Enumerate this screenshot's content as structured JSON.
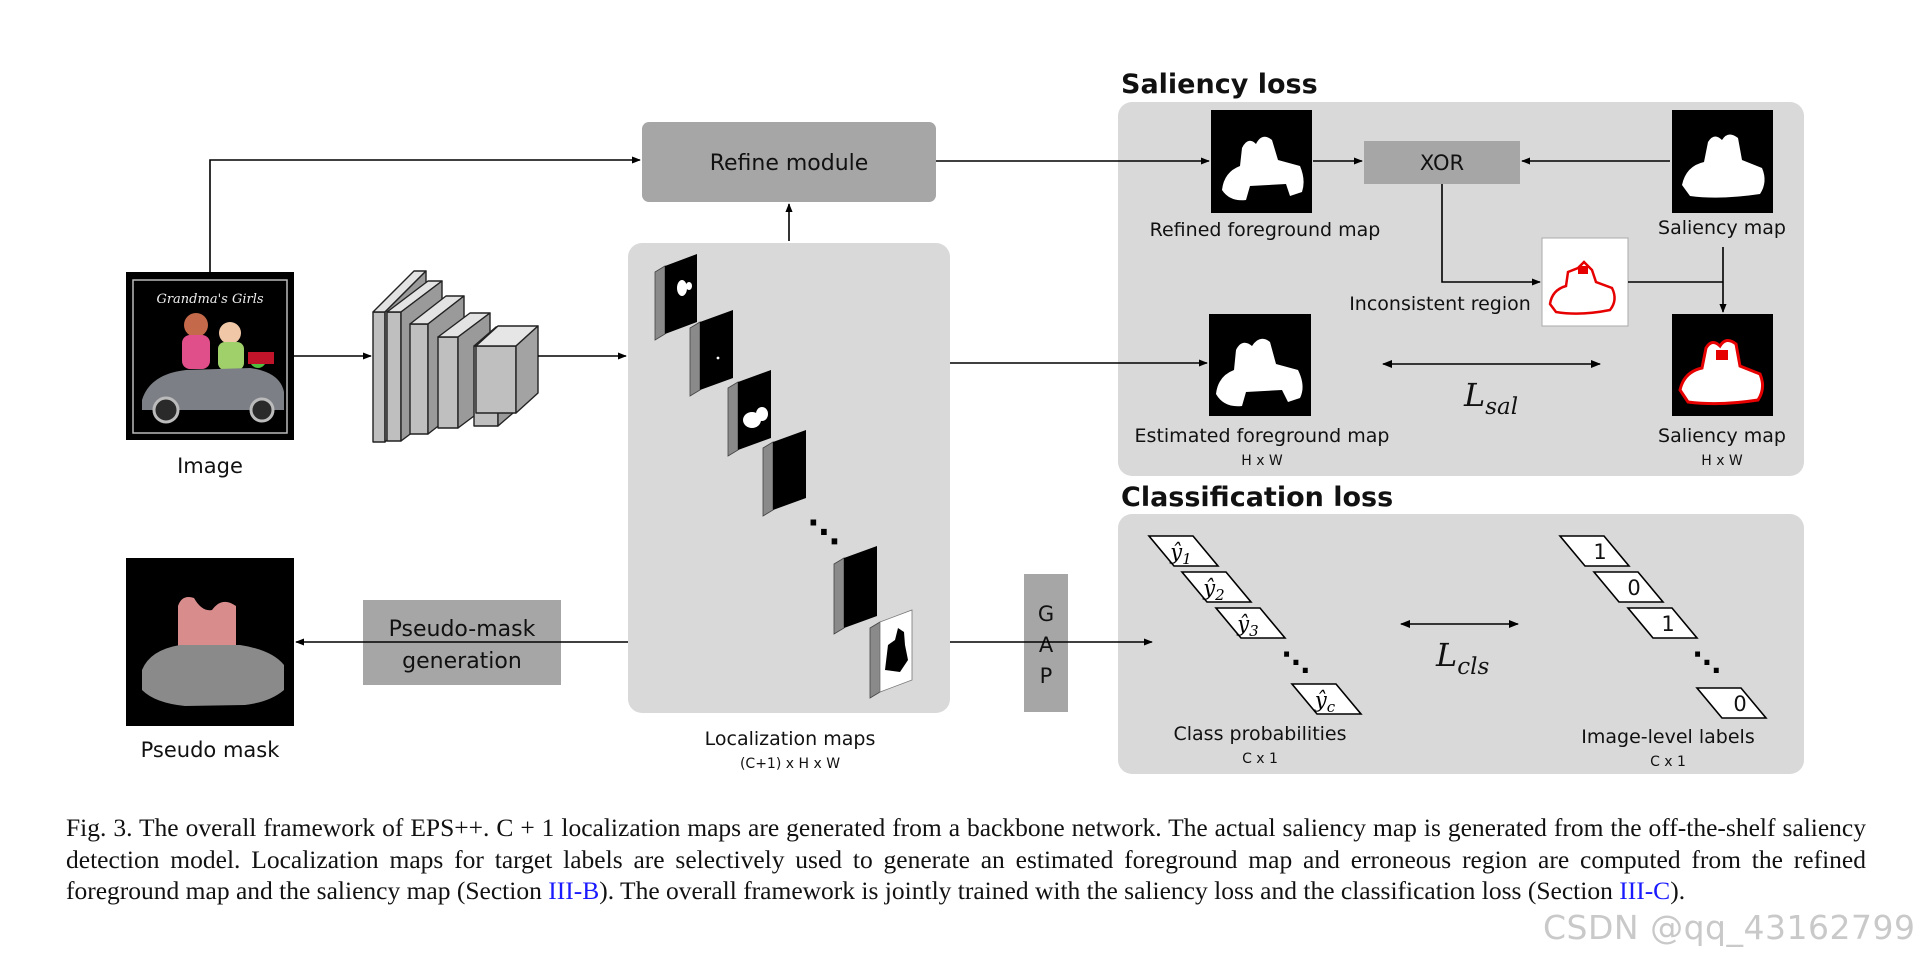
{
  "diagram": {
    "nodes": {
      "refine_module": "Refine module",
      "xor": "XOR",
      "pseudo_mask_generation_line1": "Pseudo-mask",
      "pseudo_mask_generation_line2": "generation",
      "gap_letters": [
        "G",
        "A",
        "P"
      ]
    },
    "labels": {
      "image": "Image",
      "pseudo_mask": "Pseudo mask",
      "localization_maps": "Localization maps",
      "localization_maps_dims": "(C+1) x H x W",
      "refined_foreground_map": "Refined foreground map",
      "saliency_map_top": "Saliency map",
      "inconsistent_region": "Inconsistent region",
      "estimated_foreground_map": "Estimated foreground map",
      "estimated_dims": "H x W",
      "saliency_map_bottom": "Saliency map",
      "saliency_dims": "H x W",
      "class_probabilities": "Class probabilities",
      "class_probabilities_dims": "C x 1",
      "image_level_labels": "Image-level labels",
      "image_level_labels_dims": "C x 1",
      "image_inner_text": "Grandma's Girls"
    },
    "panels": {
      "saliency_loss_title": "Saliency loss",
      "classification_loss_title": "Classification loss"
    },
    "loss_symbols": {
      "sal_main": "L",
      "sal_sub": "sal",
      "cls_main": "L",
      "cls_sub": "cls"
    },
    "class_prob_entries": [
      {
        "main": "ŷ",
        "sub": "1"
      },
      {
        "main": "ŷ",
        "sub": "2"
      },
      {
        "main": "ŷ",
        "sub": "3"
      },
      {
        "main": "ŷ",
        "sub": "c"
      }
    ],
    "image_level_entries": [
      "1",
      "0",
      "1",
      "0"
    ],
    "ellipsis": "⋱",
    "colors": {
      "panel_bg": "#d9d9d9",
      "box_gray": "#a6a6a6",
      "box_gray_dark": "#9b9b9b",
      "saliency_red": "#e60000",
      "pseudo_mask_pink": "#d98c8c"
    }
  },
  "caption": {
    "parts": [
      "Fig. 3.    The overall framework of EPS++. C + 1 localization maps are generated from a backbone network. The actual saliency map is generated from the off-the-shelf saliency detection model. Localization maps for target labels are selectively used to generate an estimated foreground map and erroneous region are computed from the refined foreground map and the saliency map (Section ",
      "III-B",
      "). The overall framework is jointly trained with the saliency loss and the classification loss (Section ",
      "III-C",
      ")."
    ]
  },
  "watermark": "CSDN @qq_43162799"
}
